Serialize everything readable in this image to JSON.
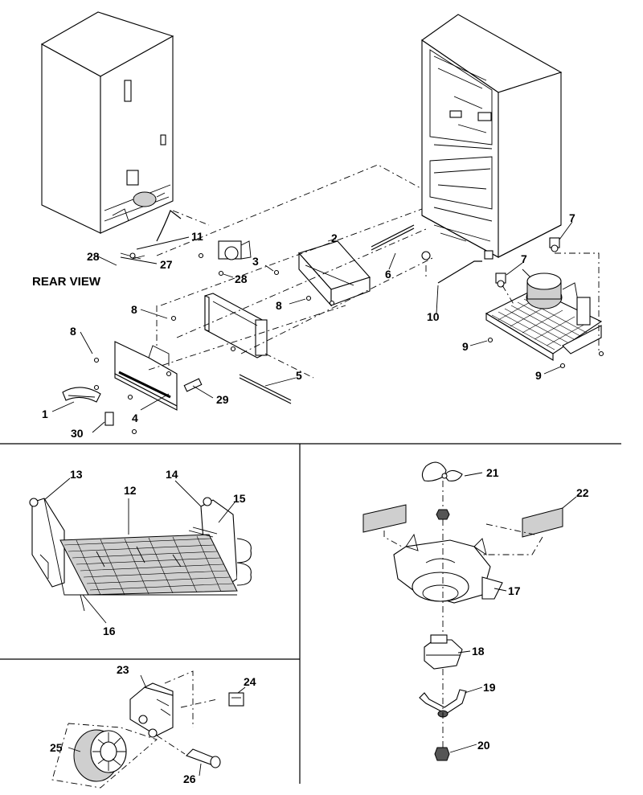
{
  "view_label": "REAR VIEW",
  "callouts": {
    "c1": "1",
    "c2": "2",
    "c3": "3",
    "c4": "4",
    "c5": "5",
    "c6": "6",
    "c7a": "7",
    "c7b": "7",
    "c8a": "8",
    "c8b": "8",
    "c8c": "8",
    "c9a": "9",
    "c9b": "9",
    "c10": "10",
    "c11": "11",
    "c12": "12",
    "c13": "13",
    "c14": "14",
    "c15": "15",
    "c16": "16",
    "c17": "17",
    "c18": "18",
    "c19": "19",
    "c20": "20",
    "c21": "21",
    "c22": "22",
    "c23": "23",
    "c24": "24",
    "c25": "25",
    "c26": "26",
    "c27": "27",
    "c28a": "28",
    "c28b": "28",
    "c29": "29",
    "c30": "30"
  }
}
